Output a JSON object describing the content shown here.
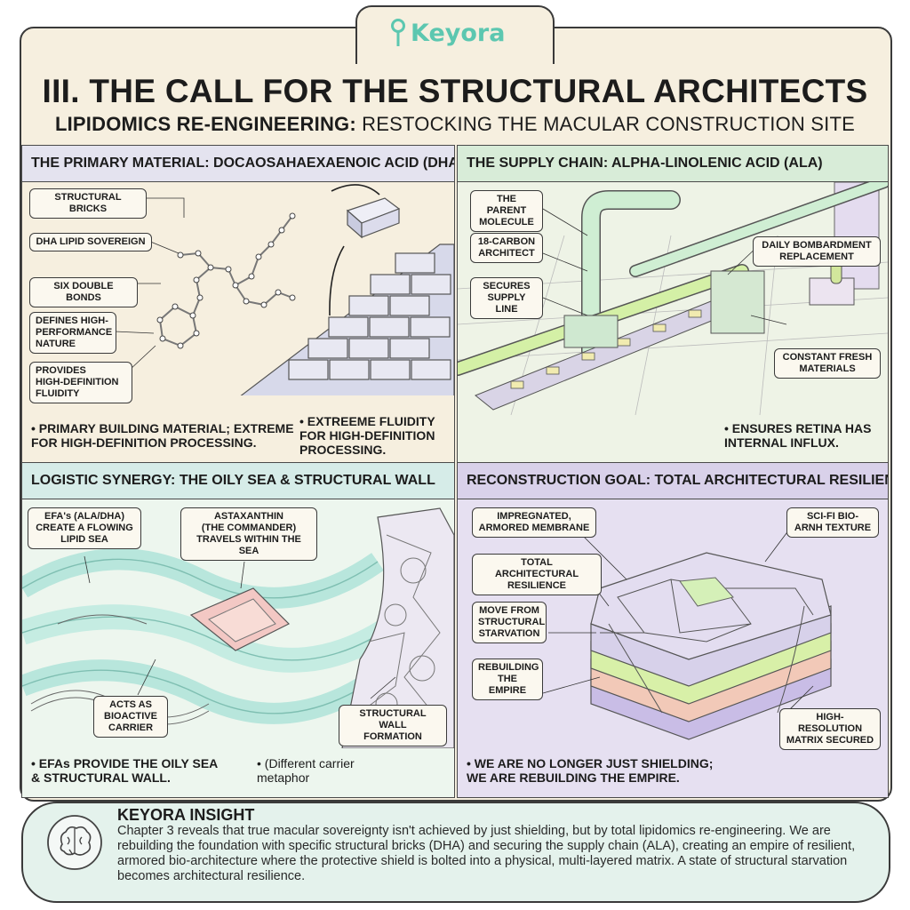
{
  "brand": {
    "logo_text": "Keyora"
  },
  "header": {
    "title": "III. THE CALL FOR THE STRUCTURAL ARCHITECTS",
    "subtitle_bold": "LIPIDOMICS RE-ENGINEERING:",
    "subtitle_rest": " RESTOCKING THE MACULAR CONSTRUCTION SITE"
  },
  "panels": [
    {
      "heading": "THE PRIMARY MATERIAL: DOCAOSAHAEXAENOIC ACID (DHA)",
      "labels": [
        "STRUCTURAL BRICKS",
        "DHA LIPID SOVEREIGN",
        "SIX DOUBLE BONDS",
        "DEFINES HIGH-\nPERFORMANCE\nNATURE",
        "PROVIDES\nHIGH-DEFINITION\nFLUIDITY"
      ],
      "bullets": [
        "• PRIMARY BUILDING MATERIAL; EXTREME\n  FOR HIGH-DEFINITION PROCESSING.",
        "• EXTREEME FLUIDITY\n  FOR HIGH-DEFINITION\n  PROCESSING."
      ]
    },
    {
      "heading": "THE SUPPLY CHAIN: ALPHA-LINOLENIC ACID (ALA)",
      "labels": [
        "THE PARENT\nMOLECULE",
        "18-CARBON\nARCHITECT",
        "SECURES\nSUPPLY LINE",
        "DAILY BOMBARDMENT\nREPLACEMENT",
        "CONSTANT FRESH\nMATERIALS"
      ],
      "bullets": [
        "• ENSURES RETINA HAS\n  INTERNAL INFLUX."
      ]
    },
    {
      "heading": "LOGISTIC SYNERGY: THE OILY SEA & STRUCTURAL WALL",
      "labels": [
        "EFA's (ALA/DHA)\nCREATE A FLOWING\nLIPID SEA",
        "ASTAXANTHIN\n(THE COMMANDER)\nTRAVELS WITHIN THE SEA",
        "ACTS AS\nBIOACTIVE\nCARRIER",
        "STRUCTURAL WALL\nFORMATION"
      ],
      "bullets": [
        "• EFAs PROVIDE THE OILY SEA\n  & STRUCTURAL WALL.",
        "• (Different carrier\n  metaphor"
      ]
    },
    {
      "heading": "RECONSTRUCTION GOAL: TOTAL ARCHITECTURAL RESILIENCE",
      "labels": [
        "IMPREGNATED,\nARMORED MEMBRANE",
        "SCI-FI BIO-\nARNH TEXTURE",
        "TOTAL ARCHITECTURAL\nRESILIENCE",
        "MOVE FROM\nSTRUCTURAL\nSTARVATION",
        "REBUILDING\nTHE EMPIRE",
        "HIGH-RESOLUTION\nMATRIX SECURED"
      ],
      "bullets": [
        "• WE ARE NO LONGER JUST SHIELDING;\n  WE ARE REBUILDING THE EMPIRE."
      ]
    }
  ],
  "insight": {
    "title": "KEYORA INSIGHT",
    "body": "Chapter 3 reveals that true macular sovereignty isn't achieved by just shielding, but by total lipidomics re-engineering. We are rebuilding the foundation with specific structural bricks (DHA) and securing the supply chain (ALA), creating an empire of resilient, armored bio-architecture where the protective shield is bolted into a physical, multi-layered matrix. A state of structural starvation becomes architectural resilience."
  },
  "colors": {
    "brand_teal": "#5cc7b0",
    "frame_cream": "#f6efdf",
    "pipe_green": "#bfe8c9",
    "wave_teal": "#b8e6dc",
    "matrix_purple": "#c9bde6"
  },
  "icons": [
    "keyora-logo-icon",
    "brain-icon"
  ]
}
